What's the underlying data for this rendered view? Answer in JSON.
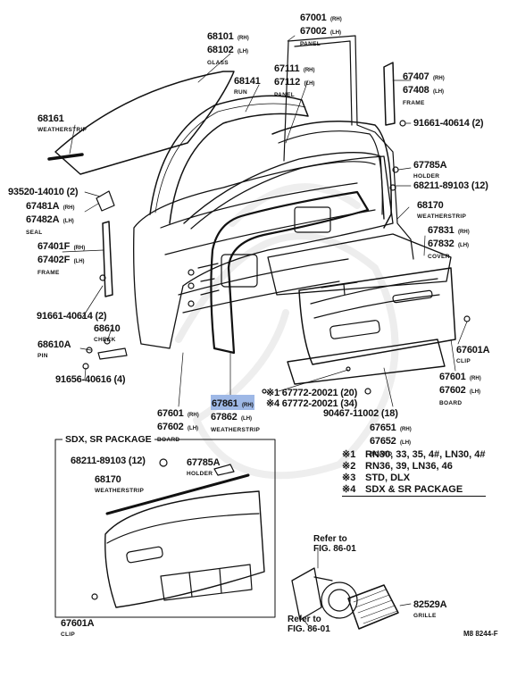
{
  "labels": {
    "glass": {
      "rh": "68101",
      "lh": "68102",
      "rh_sfx": "(RH)",
      "lh_sfx": "(LH)",
      "name": "GLASS"
    },
    "run": {
      "pn": "68141",
      "name": "RUN"
    },
    "panel_top": {
      "rh": "67001",
      "lh": "67002",
      "rh_sfx": "(RH)",
      "lh_sfx": "(LH)",
      "name": "PANEL"
    },
    "panel_mid": {
      "rh": "67111",
      "lh": "67112",
      "rh_sfx": "(RH)",
      "lh_sfx": "(LH)",
      "name": "PANEL"
    },
    "frame_rear": {
      "rh": "67407",
      "lh": "67408",
      "rh_sfx": "(RH)",
      "lh_sfx": "(LH)",
      "name": "FRAME"
    },
    "weatherstrip_glass": {
      "pn": "68161",
      "name": "WEATHERSTRIP"
    },
    "screw_top": {
      "pn": "91661-40614",
      "qty": "(2)"
    },
    "holder": {
      "pn": "67785A",
      "name": "HOLDER"
    },
    "clip_12": {
      "pn": "68211-89103",
      "qty": "(12)"
    },
    "screw_seal": {
      "pn": "93520-14010",
      "qty": "(2)"
    },
    "seal": {
      "rh": "67481A",
      "lh": "67482A",
      "rh_sfx": "(RH)",
      "lh_sfx": "(LH)",
      "name": "SEAL"
    },
    "weatherstrip_inner": {
      "pn": "68170",
      "name": "WEATHERSTRIP"
    },
    "frame_front": {
      "rh": "67401F",
      "lh": "67402F",
      "rh_sfx": "(RH)",
      "lh_sfx": "(LH)",
      "name": "FRAME"
    },
    "cover": {
      "rh": "67831",
      "lh": "67832",
      "rh_sfx": "(RH)",
      "lh_sfx": "(LH)",
      "name": "COVER"
    },
    "screw_lower": {
      "pn": "91661-40614",
      "qty": "(2)"
    },
    "check": {
      "pn": "68610",
      "name": "CHECK"
    },
    "pin": {
      "pn": "68610A",
      "name": "PIN"
    },
    "clip_main": {
      "pn": "67601A",
      "name": "CLIP"
    },
    "bolt": {
      "pn": "91656-40616",
      "qty": "(4)"
    },
    "board_rh": {
      "rh": "67601",
      "lh": "67602",
      "rh_sfx": "(RH)",
      "lh_sfx": "(LH)",
      "name": "BOARD"
    },
    "weatherstrip_door": {
      "rh": "67861",
      "lh": "67862",
      "rh_sfx": "(RH)",
      "lh_sfx": "(LH)",
      "name": "WEATHERSTRIP"
    },
    "clip_20": {
      "mark": "※1",
      "pn": "67772-20021",
      "qty": "(20)"
    },
    "clip_34": {
      "mark": "※4",
      "pn": "67772-20021",
      "qty": "(34)"
    },
    "screw_18": {
      "pn": "90467-11002",
      "qty": "(18)"
    },
    "board_left": {
      "rh": "67601",
      "lh": "67602",
      "rh_sfx": "(RH)",
      "lh_sfx": "(LH)",
      "name": "BOARD"
    },
    "board_lower": {
      "rh": "67651",
      "lh": "67652",
      "rh_sfx": "(RH)",
      "lh_sfx": "(LH)",
      "name": "BOARD"
    }
  },
  "legend": [
    {
      "mark": "※1",
      "text": "RN30, 33, 35, 4#, LN30, 4#"
    },
    {
      "mark": "※2",
      "text": "RN36, 39, LN36, 46"
    },
    {
      "mark": "※3",
      "text": "STD, DLX"
    },
    {
      "mark": "※4",
      "text": "SDX & SR PACKAGE"
    }
  ],
  "package": {
    "title": "SDX, SR PACKAGE",
    "clip_12": {
      "pn": "68211-89103",
      "qty": "(12)"
    },
    "holder": {
      "pn": "67785A",
      "name": "HOLDER"
    },
    "weatherstrip": {
      "pn": "68170",
      "name": "WEATHERSTRIP"
    },
    "clip": {
      "pn": "67601A",
      "name": "CLIP"
    }
  },
  "refer_top": {
    "line1": "Refer to",
    "line2": "FIG. 86-01"
  },
  "refer_bottom": {
    "line1": "Refer to",
    "line2": "FIG. 86-01"
  },
  "grille": {
    "pn": "82529A",
    "name": "GRILLE"
  },
  "figure_code": "M8 8244-F",
  "colors": {
    "ink": "#111111",
    "highlight": "#9eb8e6"
  }
}
